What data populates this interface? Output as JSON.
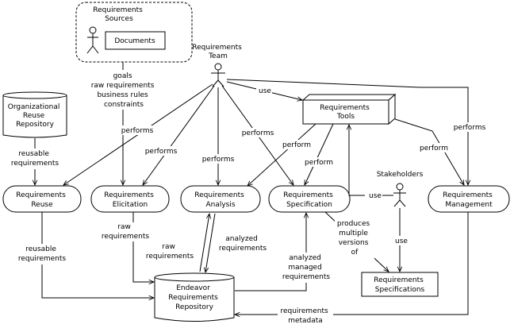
{
  "actors": {
    "team": [
      "Requirements",
      "Team"
    ],
    "stakeholders": [
      "Stakeholders"
    ]
  },
  "nodes": {
    "sources": [
      "Requirements",
      "Sources"
    ],
    "documents": [
      "Documents"
    ],
    "org_repo": [
      "Organizational",
      "Reuse",
      "Repository"
    ],
    "tools": [
      "Requirements",
      "Tools"
    ],
    "reuse": [
      "Requirements",
      "Reuse"
    ],
    "elicitation": [
      "Requirements",
      "Elicitation"
    ],
    "analysis": [
      "Requirements",
      "Analysis"
    ],
    "specification": [
      "Requirements",
      "Specification"
    ],
    "management": [
      "Requirements",
      "Management"
    ],
    "endeavor_repo": [
      "Endeavor",
      "Requirements",
      "Repository"
    ],
    "specifications": [
      "Requirements",
      "Specifications"
    ]
  },
  "edge_labels": {
    "goals": [
      "goals",
      "raw requirements",
      "business rules",
      "constraints"
    ],
    "use_tools": [
      "use"
    ],
    "performs_reuse": [
      "performs"
    ],
    "performs_elicitation": [
      "performs"
    ],
    "performs_analysis": [
      "performs"
    ],
    "performs_specification": [
      "performs"
    ],
    "performs_management": [
      "performs"
    ],
    "perform_analysis": [
      "perform"
    ],
    "perform_specification": [
      "perform"
    ],
    "perform_management": [
      "perform"
    ],
    "reusable_top": [
      "reusable",
      "requirements"
    ],
    "reusable_bottom": [
      "reusable",
      "requirements"
    ],
    "raw_elicitation": [
      "raw",
      "requirements"
    ],
    "raw_analysis": [
      "raw",
      "requirements"
    ],
    "analyzed": [
      "analyzed",
      "requirements"
    ],
    "analyzed_managed": [
      "analyzed",
      "managed",
      "requirements"
    ],
    "produces": [
      "produces",
      "multiple",
      "versions",
      "of"
    ],
    "use_stakeholders": [
      "use"
    ],
    "use_specifications": [
      "use"
    ],
    "metadata": [
      "requirements",
      "metadata"
    ]
  }
}
